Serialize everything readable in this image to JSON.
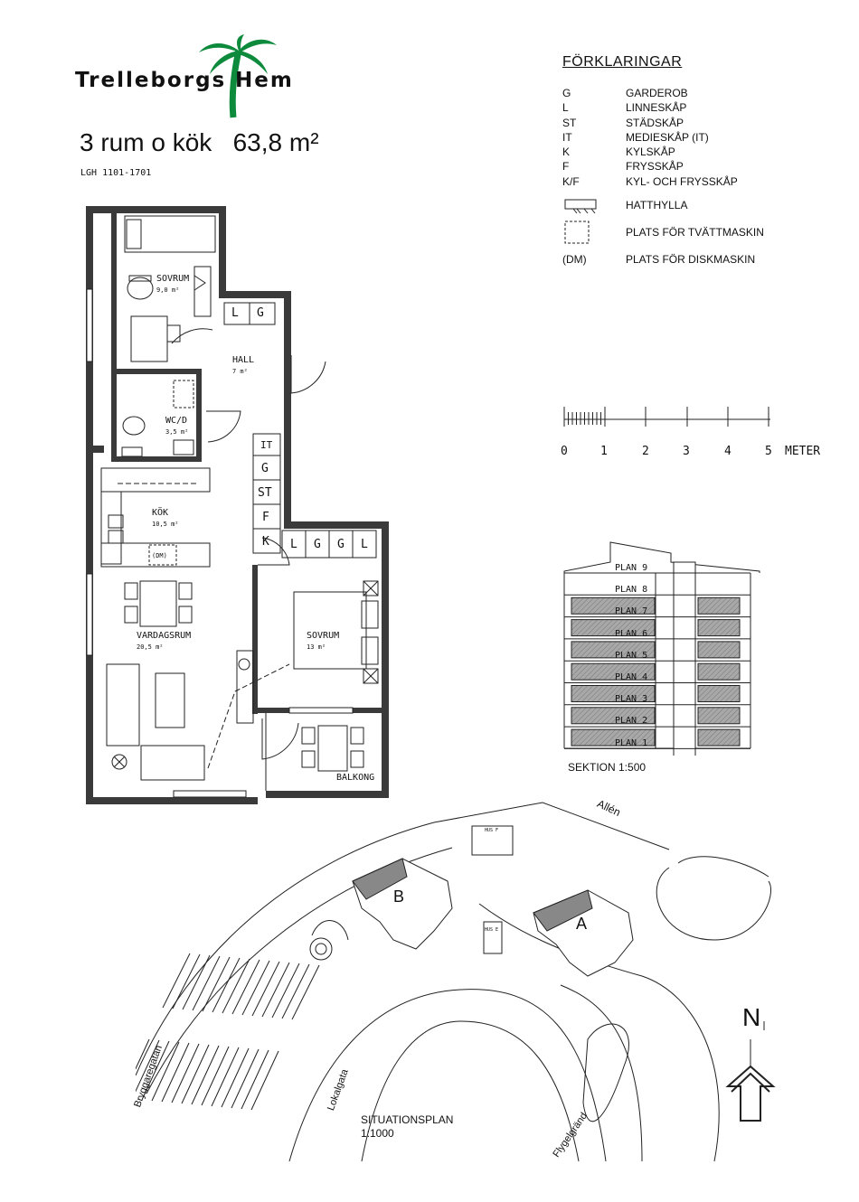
{
  "header": {
    "logo_left": "Trelleborgs",
    "logo_right": "Hem",
    "title": "3 rum o kök   63,8 m²",
    "apartment_range": "LGH 1101-1701"
  },
  "legend": {
    "heading": "FÖRKLARINGAR",
    "items": [
      {
        "code": "G",
        "text": "GARDEROB"
      },
      {
        "code": "L",
        "text": "LINNESKÅP"
      },
      {
        "code": "ST",
        "text": "STÄDSKÅP"
      },
      {
        "code": "IT",
        "text": "MEDIESKÅP (IT)"
      },
      {
        "code": "K",
        "text": "KYLSKÅP"
      },
      {
        "code": "F",
        "text": "FRYSSKÅP"
      },
      {
        "code": "K/F",
        "text": "KYL- OCH FRYSSKÅP"
      }
    ],
    "symbol_items": [
      {
        "text": "HATTHYLLA"
      },
      {
        "text": "PLATS FÖR TVÄTTMASKIN"
      },
      {
        "code": "(DM)",
        "text": "PLATS FÖR DISKMASKIN"
      }
    ]
  },
  "scale_bar": {
    "ticks": [
      "0",
      "1",
      "2",
      "3",
      "4",
      "5"
    ],
    "unit": "METER"
  },
  "section": {
    "floors": [
      "PLAN 9",
      "PLAN 8",
      "PLAN 7",
      "PLAN 6",
      "PLAN 5",
      "PLAN 4",
      "PLAN 3",
      "PLAN 2",
      "PLAN 1"
    ],
    "caption": "SEKTION 1:500"
  },
  "floorplan": {
    "rooms": [
      {
        "name": "SOVRUM",
        "area": "9,0 m²"
      },
      {
        "name": "HALL",
        "area": "7 m²"
      },
      {
        "name": "WC/D",
        "area": "3,5 m²"
      },
      {
        "name": "KÖK",
        "area": "10,5 m²"
      },
      {
        "name": "VARDAGSRUM",
        "area": "20,5 m²"
      },
      {
        "name": "SOVRUM",
        "area": "13 m²"
      },
      {
        "name": "BALKONG",
        "area": ""
      }
    ],
    "cabinets": {
      "top": [
        "L",
        "G"
      ],
      "column": [
        "IT",
        "G",
        "ST",
        "F",
        "K"
      ],
      "row": [
        "L",
        "G",
        "G",
        "L"
      ]
    },
    "dm_label": "(DM)"
  },
  "site": {
    "labels": {
      "allen": "Allén",
      "bryggaregatan": "Bryggaregatan",
      "lokalgata": "Lokalgata",
      "flygelgrand": "Flygelgränd",
      "building_a": "A",
      "building_b": "B",
      "hus_f": "HUS F",
      "hus_e": "HUS E"
    },
    "caption_line1": "SITUATIONSPLAN",
    "caption_line2": "1:1000",
    "north": "N"
  },
  "colors": {
    "logo_green": "#0d8a3c",
    "wall": "#3a3a3a",
    "hatch": "#8a8a8a"
  }
}
